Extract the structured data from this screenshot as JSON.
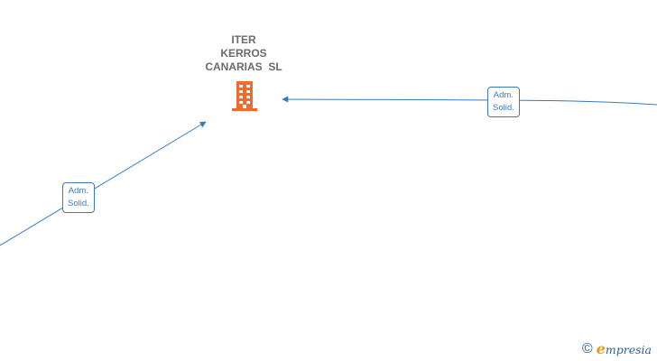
{
  "company": {
    "name_lines": [
      "ITER",
      "KERROS",
      "CANARIAS  SL"
    ],
    "icon": "building-icon",
    "icon_color": "#f26a2d"
  },
  "relations": [
    {
      "id": "top",
      "line1": "Adm.",
      "line2": "Solid."
    },
    {
      "id": "left",
      "line1": "Adm.",
      "line2": "Solid."
    }
  ],
  "colors": {
    "edge": "#3a78c4",
    "label_text": "#3a78c4",
    "company_text": "#6b6b6b"
  },
  "watermark": {
    "symbol": "©",
    "brand_initial": "e",
    "brand_rest": "mpresia"
  }
}
